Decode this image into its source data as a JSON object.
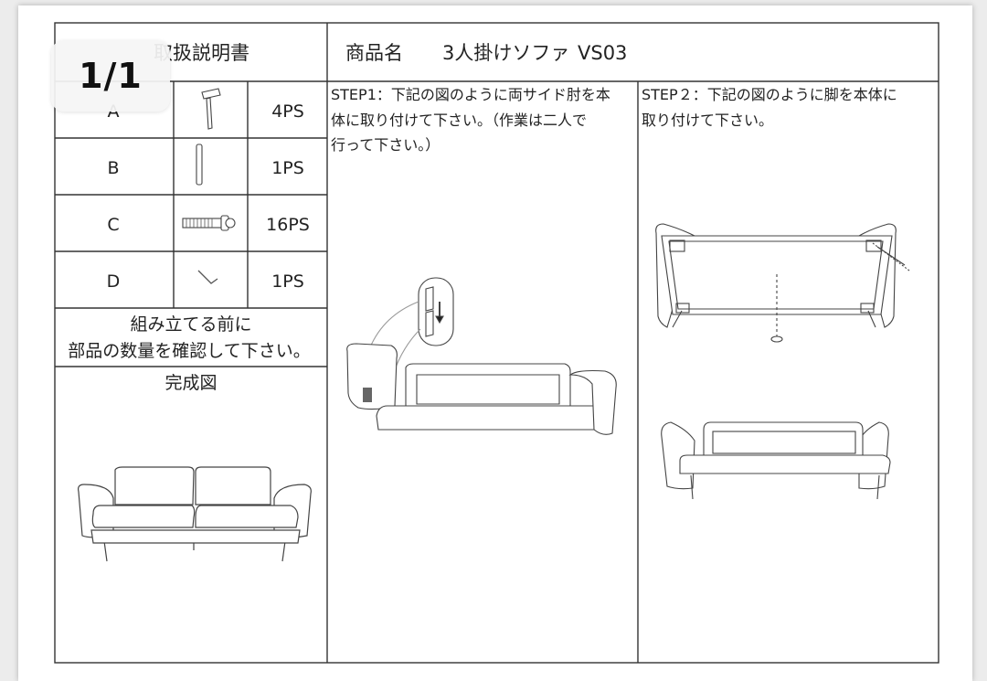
{
  "viewer": {
    "page_indicator": "1/1"
  },
  "document": {
    "manual_title": "取扱説明書",
    "product_label": "商品名",
    "product_name": "3人掛けソファ",
    "product_code": "VS03"
  },
  "parts": [
    {
      "letter": "A",
      "qty": "4PS",
      "icon": "leg-icon"
    },
    {
      "letter": "B",
      "qty": "1PS",
      "icon": "dowel-rod-icon"
    },
    {
      "letter": "C",
      "qty": "16PS",
      "icon": "bolt-icon"
    },
    {
      "letter": "D",
      "qty": "1PS",
      "icon": "hex-key-icon"
    }
  ],
  "note": {
    "line1": "組み立てる前に",
    "line2": "部品の数量を確認して下さい。"
  },
  "completed": {
    "label": "完成図"
  },
  "steps": [
    {
      "lines": [
        "STEP1：下記の図のように両サイド肘を本",
        "体に取り付けて下さい。（作業は二人で",
        "行って下さい。）"
      ]
    },
    {
      "lines": [
        "STEP２：下記の図のように脚を本体に",
        "取り付けて下さい。"
      ]
    }
  ]
}
